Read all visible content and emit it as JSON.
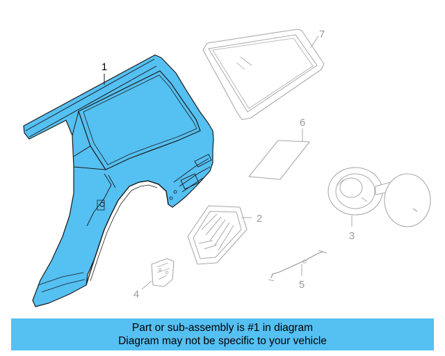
{
  "colors": {
    "highlight_part": "#55c0f2",
    "part_outline": "#1a1a1a",
    "faded_part_outline": "#a8a8a8",
    "banner_background": "#55c0f2"
  },
  "callouts": {
    "part_1": "1",
    "part_2": "2",
    "part_3": "3",
    "part_4": "4",
    "part_5": "5",
    "part_6": "6",
    "part_7": "7"
  },
  "banner": {
    "line1": "Part or sub-assembly is #1 in diagram",
    "line2": "Diagram may not be specific to your vehicle"
  }
}
